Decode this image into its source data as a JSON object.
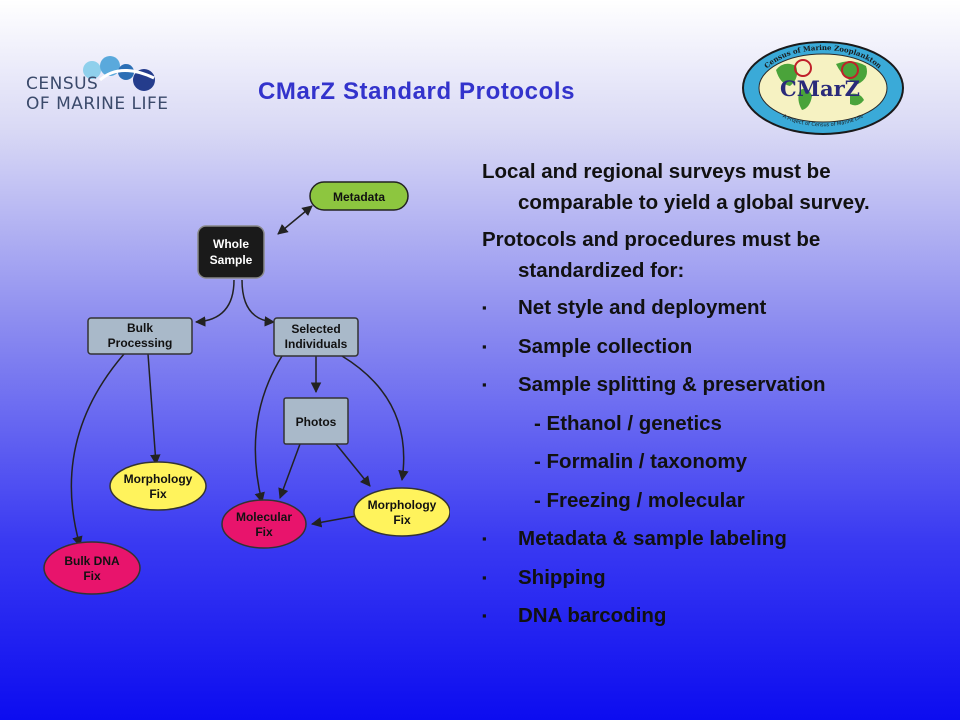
{
  "title": "CMarZ Standard Protocols",
  "logos": {
    "census_line1": "CENSUS",
    "census_line2": "OF MARINE LIFE",
    "cmarz_word": "CMarZ",
    "cmarz_ring_top": "Census of Marine Zooplankton",
    "cmarz_ring_bottom": "A Project of Census of Marine Life"
  },
  "diagram": {
    "nodes": {
      "metadata": "Metadata",
      "whole_sample_1": "Whole",
      "whole_sample_2": "Sample",
      "bulk_processing_1": "Bulk",
      "bulk_processing_2": "Processing",
      "selected_individuals_1": "Selected",
      "selected_individuals_2": "Individuals",
      "photos": "Photos",
      "morphology_fix_left_1": "Morphology",
      "morphology_fix_left_2": "Fix",
      "molecular_fix_1": "Molecular",
      "molecular_fix_2": "Fix",
      "morphology_fix_right_1": "Morphology",
      "morphology_fix_right_2": "Fix",
      "bulk_dna_fix_1": "Bulk DNA",
      "bulk_dna_fix_2": "Fix"
    },
    "colors": {
      "metadata": "#8dc63f",
      "whole_sample": "#1a1a1a",
      "process_box": "#a9b9c9",
      "morphology": "#fff35c",
      "molecular": "#e8146c"
    }
  },
  "content": {
    "para1": "Local and regional surveys must be comparable to yield a global survey.",
    "para2": "Protocols and procedures must be standardized for:",
    "bullet_marker": "▪",
    "items": [
      "Net style and deployment",
      "Sample collection",
      "Sample splitting & preservation",
      "- Ethanol / genetics",
      "- Formalin / taxonomy",
      "- Freezing / molecular",
      "Metadata & sample labeling",
      "Shipping",
      "DNA barcoding"
    ]
  }
}
